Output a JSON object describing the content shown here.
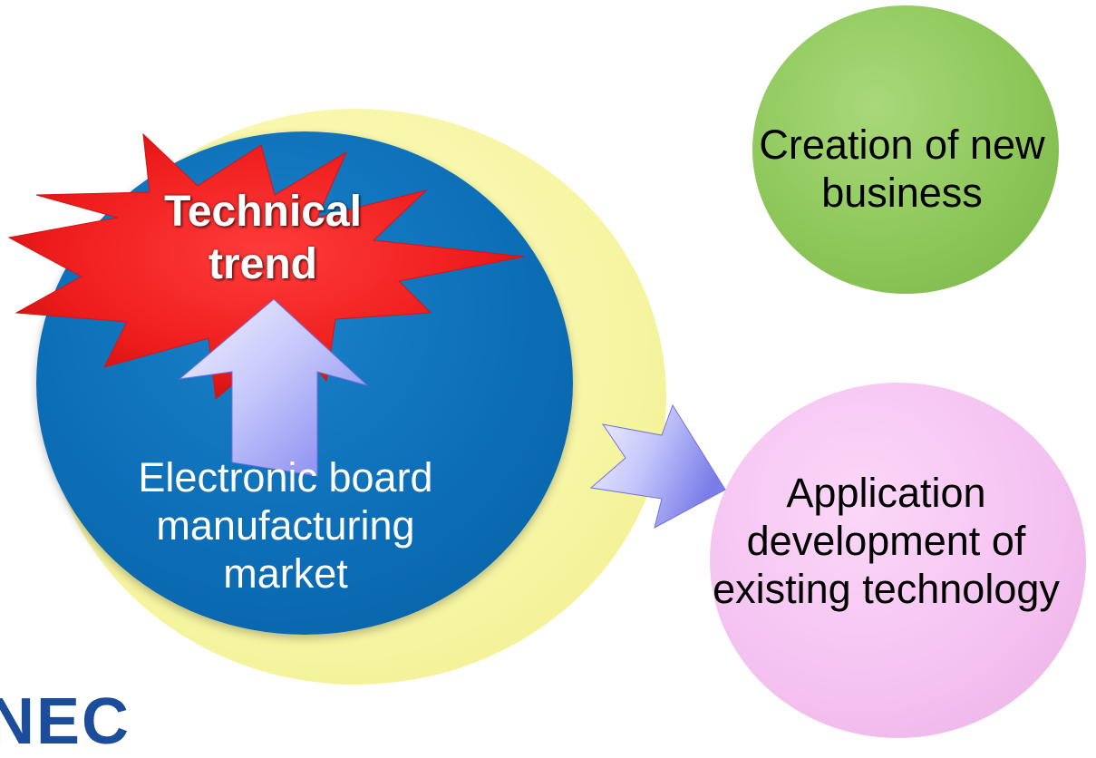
{
  "nodes": {
    "creation": "Creation of new\nbusiness",
    "application": "Application\ndevelopment of\nexisting technology",
    "market": "Electronic board\nmanufacturing\nmarket",
    "technical_trend": "Technical\ntrend"
  },
  "logo": {
    "text": "NEC"
  },
  "colors": {
    "yellow_circle": "#f7f6a6",
    "blue_circle": "#0c6eb7",
    "green_circle": "#8dc75a",
    "pink_circle": "#f5c3f1",
    "star": "#ee1c1c",
    "arrow": "#8c8ef0",
    "logo": "#1b4d9b"
  },
  "icons": {
    "burst": "red-starburst-icon",
    "up_arrow": "up-arrow-icon",
    "right_arrow": "right-arrow-icon"
  }
}
